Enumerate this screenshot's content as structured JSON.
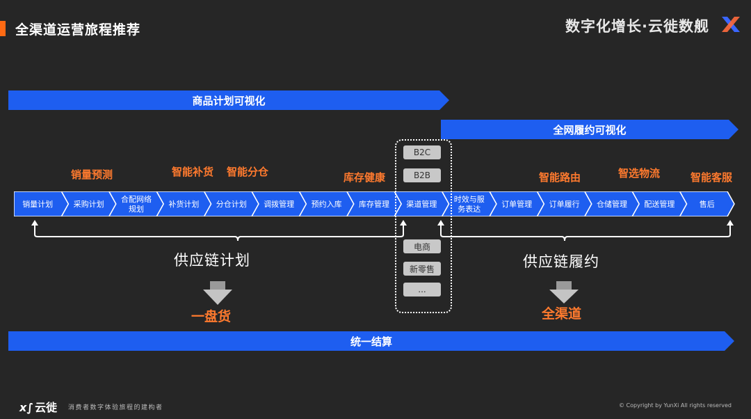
{
  "header": {
    "title": "全渠道运营旅程推荐",
    "brand": "数字化增长·云徙数舰",
    "brand_logo_icon": "x-logo-icon"
  },
  "bands": {
    "goods_plan": "商品计划可视化",
    "fulfilment": "全网履约可视化",
    "settlement": "统一结算"
  },
  "capabilities": {
    "sales_forecast": "销量预测",
    "smart_replenish": "智能补货",
    "smart_allocation": "智能分仓",
    "inventory_health": "库存健康",
    "smart_routing": "智能路由",
    "smart_logistics": "智选物流",
    "smart_service": "智能客服"
  },
  "process_steps": [
    {
      "line1": "销量计划",
      "line2": ""
    },
    {
      "line1": "采购计划",
      "line2": ""
    },
    {
      "line1": "合配网络",
      "line2": "规划"
    },
    {
      "line1": "补货计划",
      "line2": ""
    },
    {
      "line1": "分仓计划",
      "line2": ""
    },
    {
      "line1": "调拨管理",
      "line2": ""
    },
    {
      "line1": "预约入库",
      "line2": ""
    },
    {
      "line1": "库存管理",
      "line2": ""
    },
    {
      "line1": "渠道管理",
      "line2": ""
    },
    {
      "line1": "时效与服",
      "line2": "务表达"
    },
    {
      "line1": "订单管理",
      "line2": ""
    },
    {
      "line1": "订单履行",
      "line2": ""
    },
    {
      "line1": "仓储管理",
      "line2": ""
    },
    {
      "line1": "配送管理",
      "line2": ""
    },
    {
      "line1": "售后",
      "line2": ""
    }
  ],
  "channels_top": [
    "B2C",
    "B2B"
  ],
  "channels_bottom": [
    "电商",
    "新零售",
    "..."
  ],
  "sections": {
    "supply_plan": "供应链计划",
    "supply_fulfil": "供应链履约",
    "one_inventory": "一盘货",
    "omni_channel": "全渠道"
  },
  "footer": {
    "logo": "云徙",
    "tagline": "消费者数字体验旅程的建构者",
    "copyright": "© Copyright by YunXi All rights reserved"
  },
  "colors": {
    "background": "#262626",
    "blue": "#1e5ef0",
    "orange": "#ff7a2e",
    "accent": "#ff6a13"
  }
}
